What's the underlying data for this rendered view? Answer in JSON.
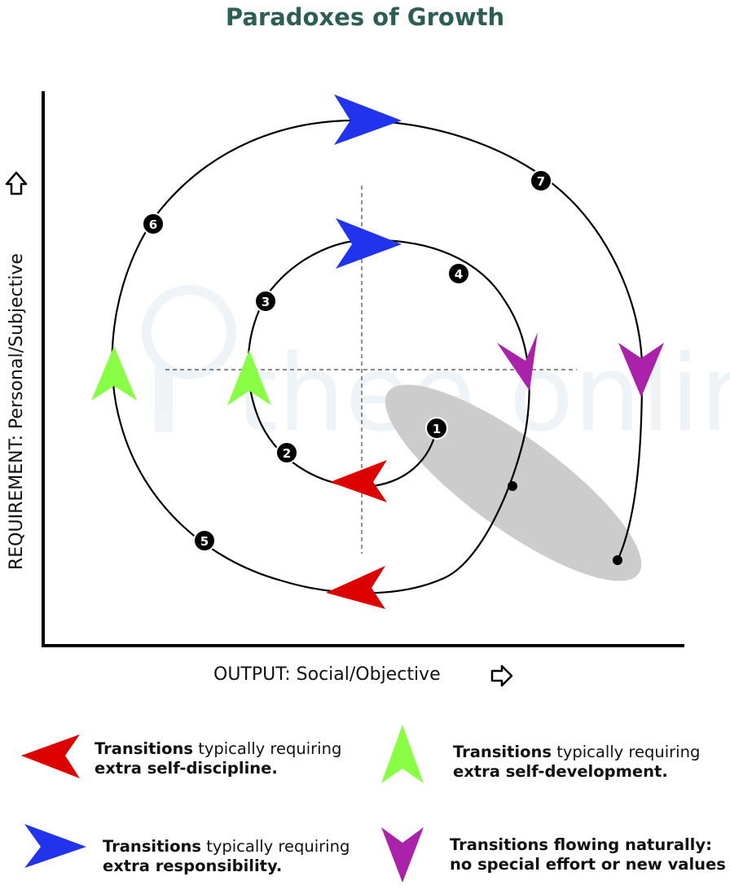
{
  "title": "Paradoxes of Growth",
  "axes": {
    "x_label": "OUTPUT:  Social/Objective",
    "y_label": "REQUIREMENT: Personal/Subjective",
    "x_arrow_icon": "outline-right-arrow-icon",
    "y_arrow_icon": "outline-up-arrow-icon"
  },
  "stages": [
    "1",
    "2",
    "3",
    "4",
    "5",
    "6",
    "7"
  ],
  "watermark_text": "thee online",
  "colors": {
    "title": "#2d5e55",
    "red": "#dd0000",
    "blue": "#2233ee",
    "green": "#88ff44",
    "purple": "#aa22aa",
    "ellipse": "#cccccc"
  },
  "legend": [
    {
      "id": "red",
      "bold_prefix": "Transitions",
      "rest_line1": " typically requiring",
      "line2": "extra self-discipline.",
      "color": "#dd0000",
      "direction": "left"
    },
    {
      "id": "green",
      "bold_prefix": "Transitions",
      "rest_line1": " typically requiring",
      "line2": "extra self-development.",
      "color": "#88ff44",
      "direction": "up"
    },
    {
      "id": "blue",
      "bold_prefix": "Transitions",
      "rest_line1": " typically requiring",
      "line2": "extra responsibility.",
      "color": "#2233ee",
      "direction": "right"
    },
    {
      "id": "purple",
      "bold_prefix": "Transitions flowing naturally:",
      "rest_line1": "",
      "line2": "no special effort or new values",
      "color": "#aa22aa",
      "direction": "down"
    }
  ]
}
